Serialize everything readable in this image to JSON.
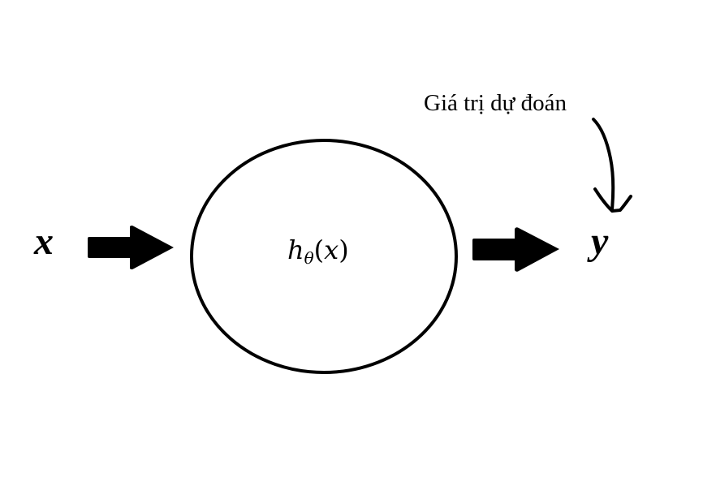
{
  "diagram": {
    "input_label": "x",
    "output_label": "y",
    "function_label": {
      "base": "h",
      "subscript": "θ",
      "open_paren": "(",
      "argument": "x",
      "close_paren": ")"
    },
    "annotation": "Giá trị dự đoán",
    "colors": {
      "background": "#ffffff",
      "stroke": "#000000"
    },
    "nodes": [
      {
        "id": "input",
        "label": "x"
      },
      {
        "id": "hypothesis",
        "label": "hθ(x)",
        "shape": "ellipse"
      },
      {
        "id": "output",
        "label": "y"
      }
    ],
    "edges": [
      {
        "from": "input",
        "to": "hypothesis",
        "style": "block-arrow"
      },
      {
        "from": "hypothesis",
        "to": "output",
        "style": "block-arrow"
      },
      {
        "from": "annotation",
        "to": "output",
        "style": "hand-drawn-curved-arrow"
      }
    ]
  }
}
